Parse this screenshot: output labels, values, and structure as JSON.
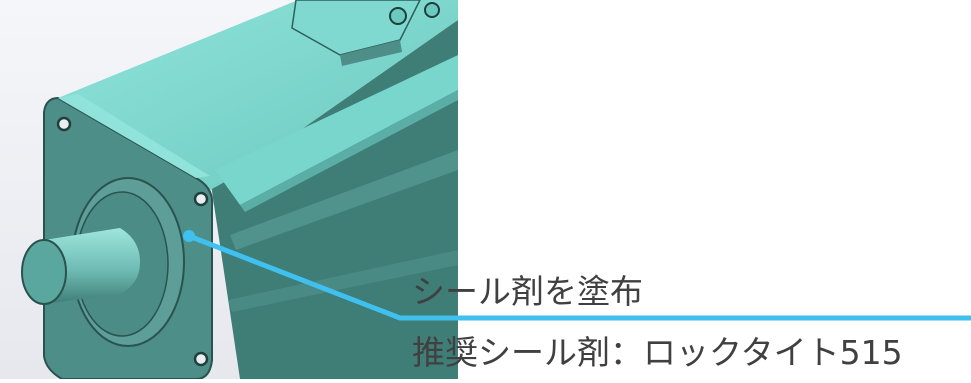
{
  "annotation": {
    "instruction": "シール剤を塗布",
    "recommended": "推奨シール剤：ロックタイト515"
  },
  "colors": {
    "motor_body": "#7fd9d0",
    "motor_shadow": "#4d8f88",
    "leader_line": "#3fc0ee",
    "text": "#404040"
  },
  "icons": [
    "motor-3d-model"
  ]
}
